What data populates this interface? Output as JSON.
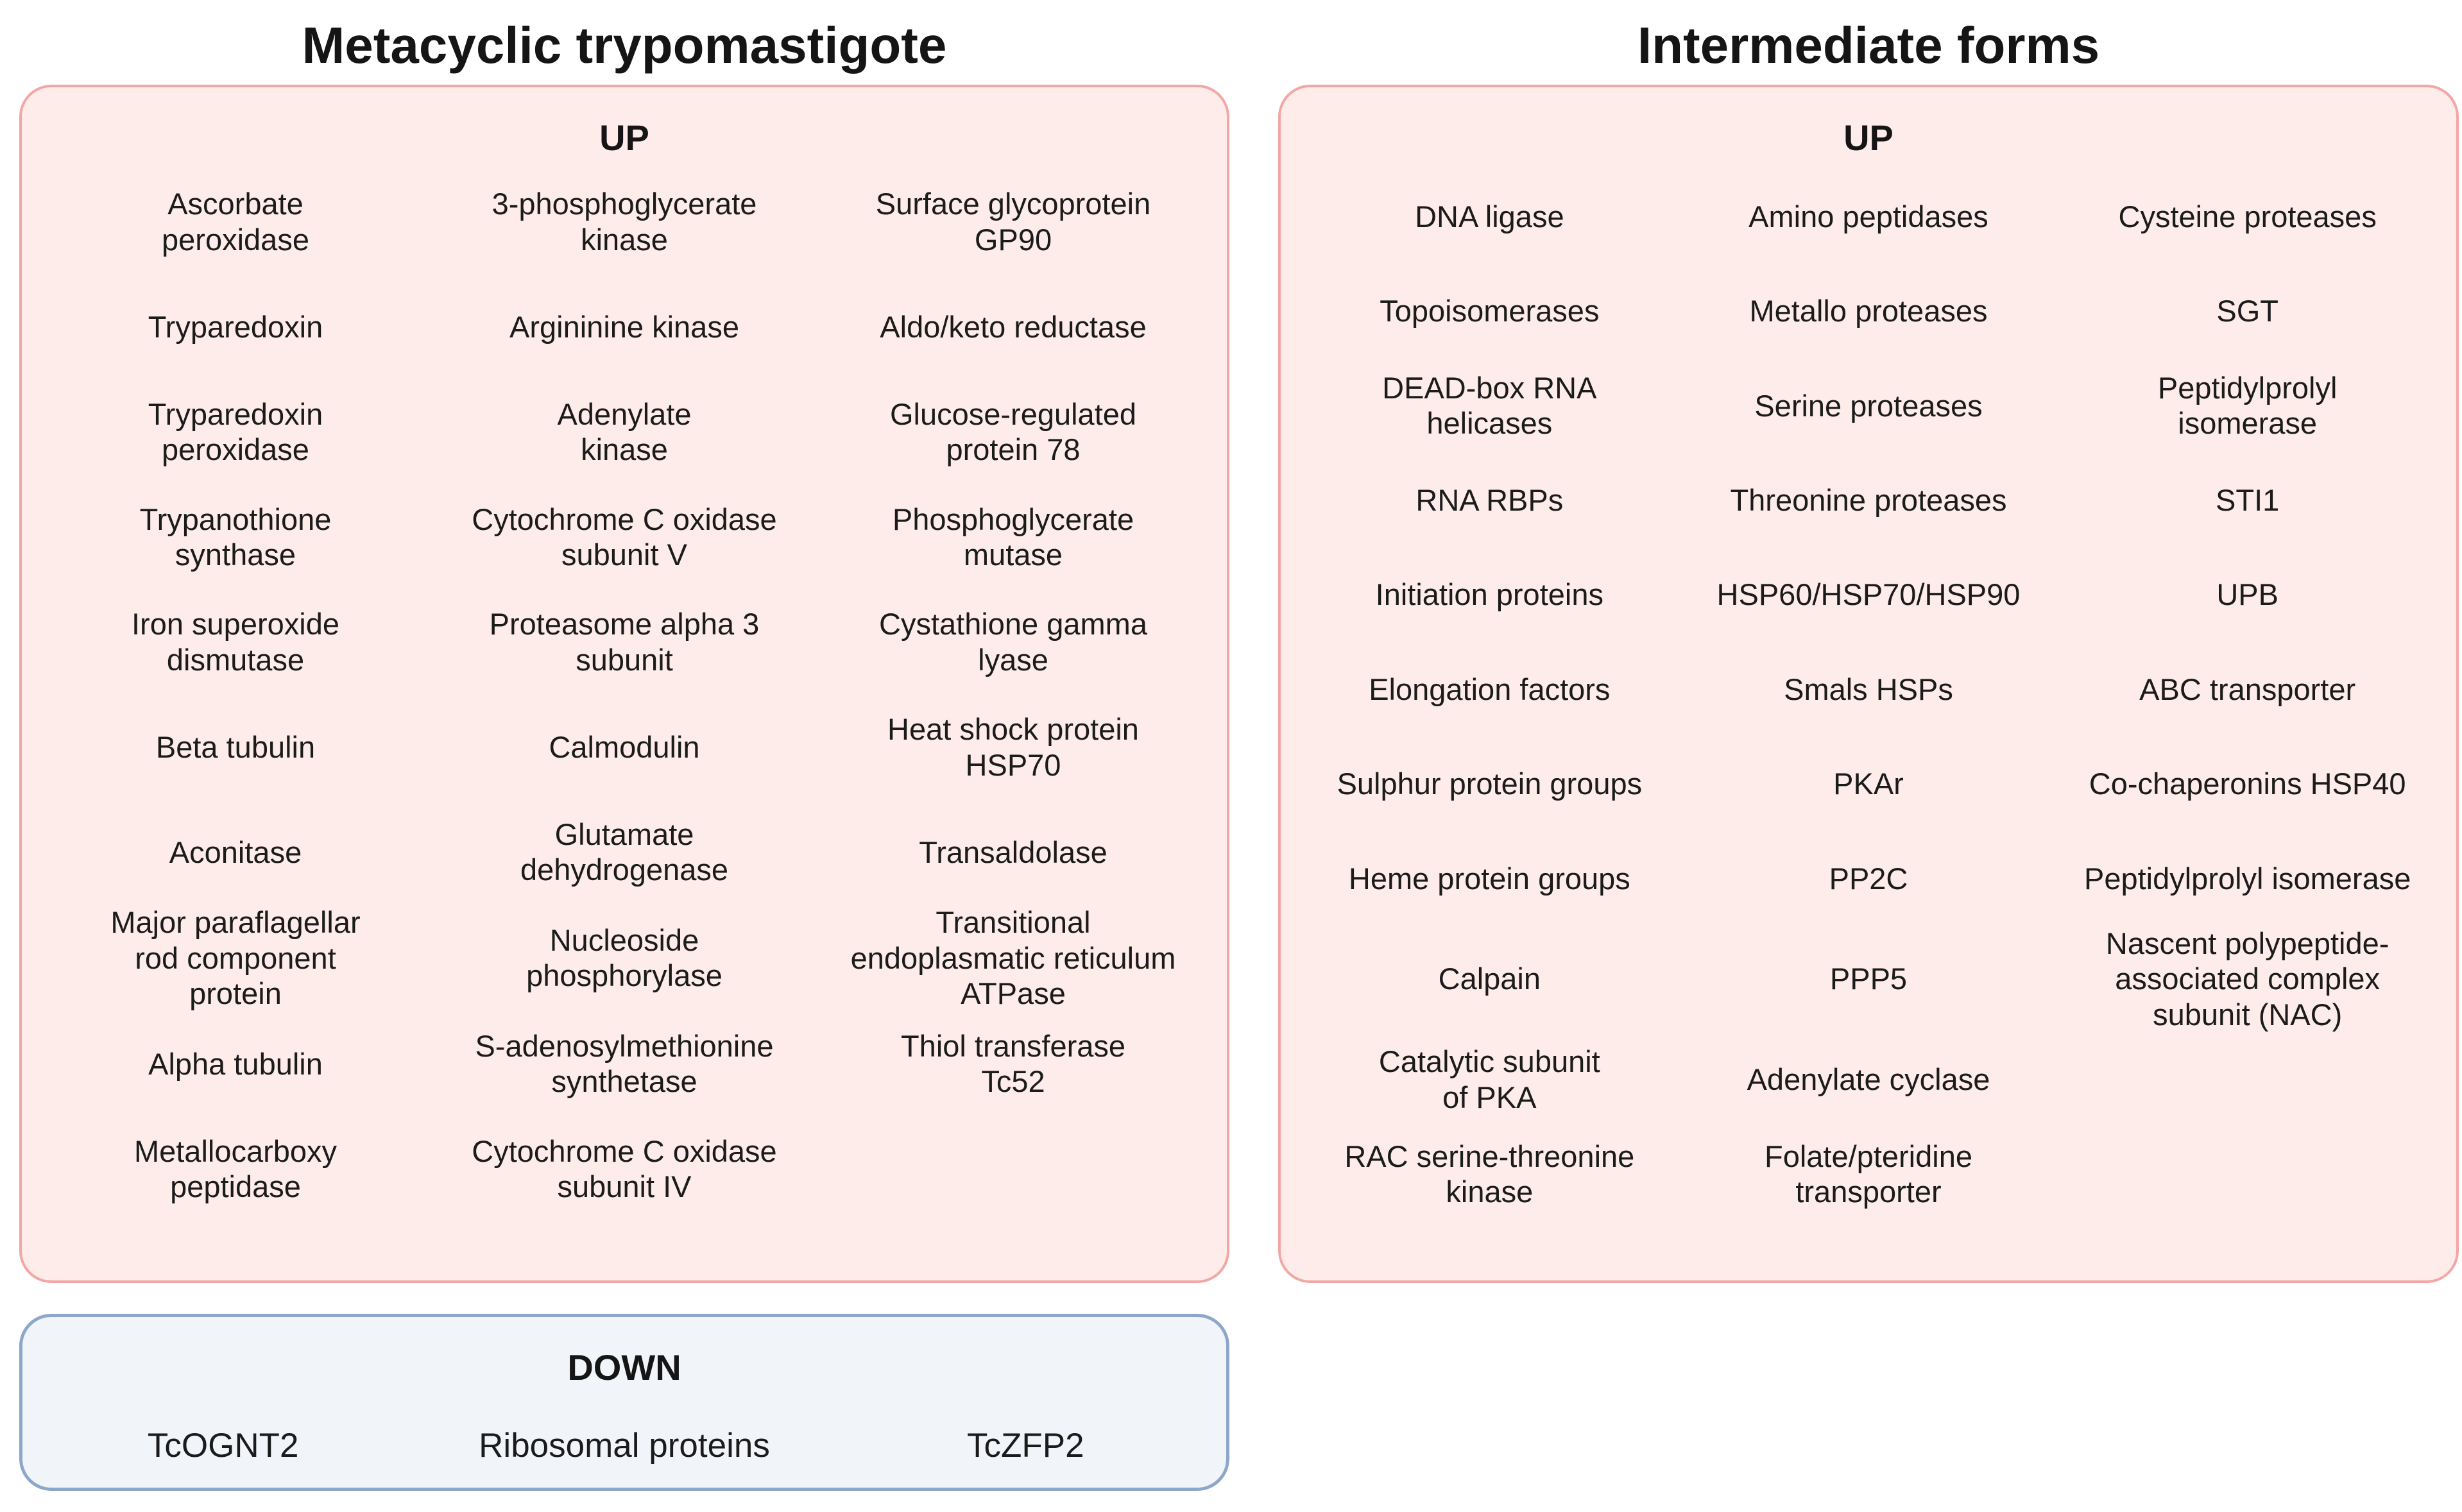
{
  "colors": {
    "up_fill": "#fdecea",
    "up_border": "#f3a7a5",
    "down_fill": "#f1f4f9",
    "down_border": "#8ca7ca",
    "text": "#1b1b1b"
  },
  "left": {
    "title": "Metacyclic trypomastigote",
    "up_label": "UP",
    "columns": [
      [
        "Ascorbate\nperoxidase",
        "Tryparedoxin",
        "Tryparedoxin\nperoxidase",
        "Trypanothione\nsynthase",
        "Iron superoxide\ndismutase",
        "Beta tubulin",
        "Aconitase",
        "Major paraflagellar\nrod component\nprotein",
        "Alpha tubulin",
        "Metallocarboxy\npeptidase"
      ],
      [
        "3-phosphoglycerate\nkinase",
        "Argininine kinase",
        "Adenylate\nkinase",
        "Cytochrome C oxidase\nsubunit V",
        "Proteasome alpha 3\nsubunit",
        "Calmodulin",
        "Glutamate\ndehydrogenase",
        "Nucleoside\nphosphorylase",
        "S-adenosylmethionine\nsynthetase",
        "Cytochrome C oxidase\nsubunit IV"
      ],
      [
        "Surface glycoprotein\nGP90",
        "Aldo/keto reductase",
        "Glucose-regulated\nprotein 78",
        "Phosphoglycerate\nmutase",
        "Cystathione gamma\nlyase",
        "Heat shock protein\nHSP70",
        "Transaldolase",
        "Transitional\nendoplasmatic reticulum\nATPase",
        "Thiol transferase\nTc52",
        ""
      ]
    ],
    "down_label": "DOWN",
    "down_items": [
      "TcOGNT2",
      "Ribosomal proteins",
      "TcZFP2"
    ]
  },
  "right": {
    "title": "Intermediate forms",
    "up_label": "UP",
    "columns": [
      [
        "DNA ligase",
        "Topoisomerases",
        "DEAD-box RNA\nhelicases",
        "RNA RBPs",
        "Initiation proteins",
        "Elongation factors",
        "Sulphur protein groups",
        "Heme protein groups",
        "Calpain",
        "Catalytic subunit\nof PKA",
        "RAC serine-threonine\nkinase"
      ],
      [
        "Amino peptidases",
        "Metallo proteases",
        "Serine proteases",
        "Threonine proteases",
        "HSP60/HSP70/HSP90",
        "Smals HSPs",
        "PKAr",
        "PP2C",
        "PPP5",
        "Adenylate cyclase",
        "Folate/pteridine\ntransporter"
      ],
      [
        "Cysteine proteases",
        "SGT",
        "Peptidylprolyl\nisomerase",
        "STI1",
        "UPB",
        "ABC transporter",
        "Co-chaperonins HSP40",
        "Peptidylprolyl isomerase",
        "Nascent polypeptide-\nassociated complex\nsubunit (NAC)",
        "",
        ""
      ]
    ]
  }
}
